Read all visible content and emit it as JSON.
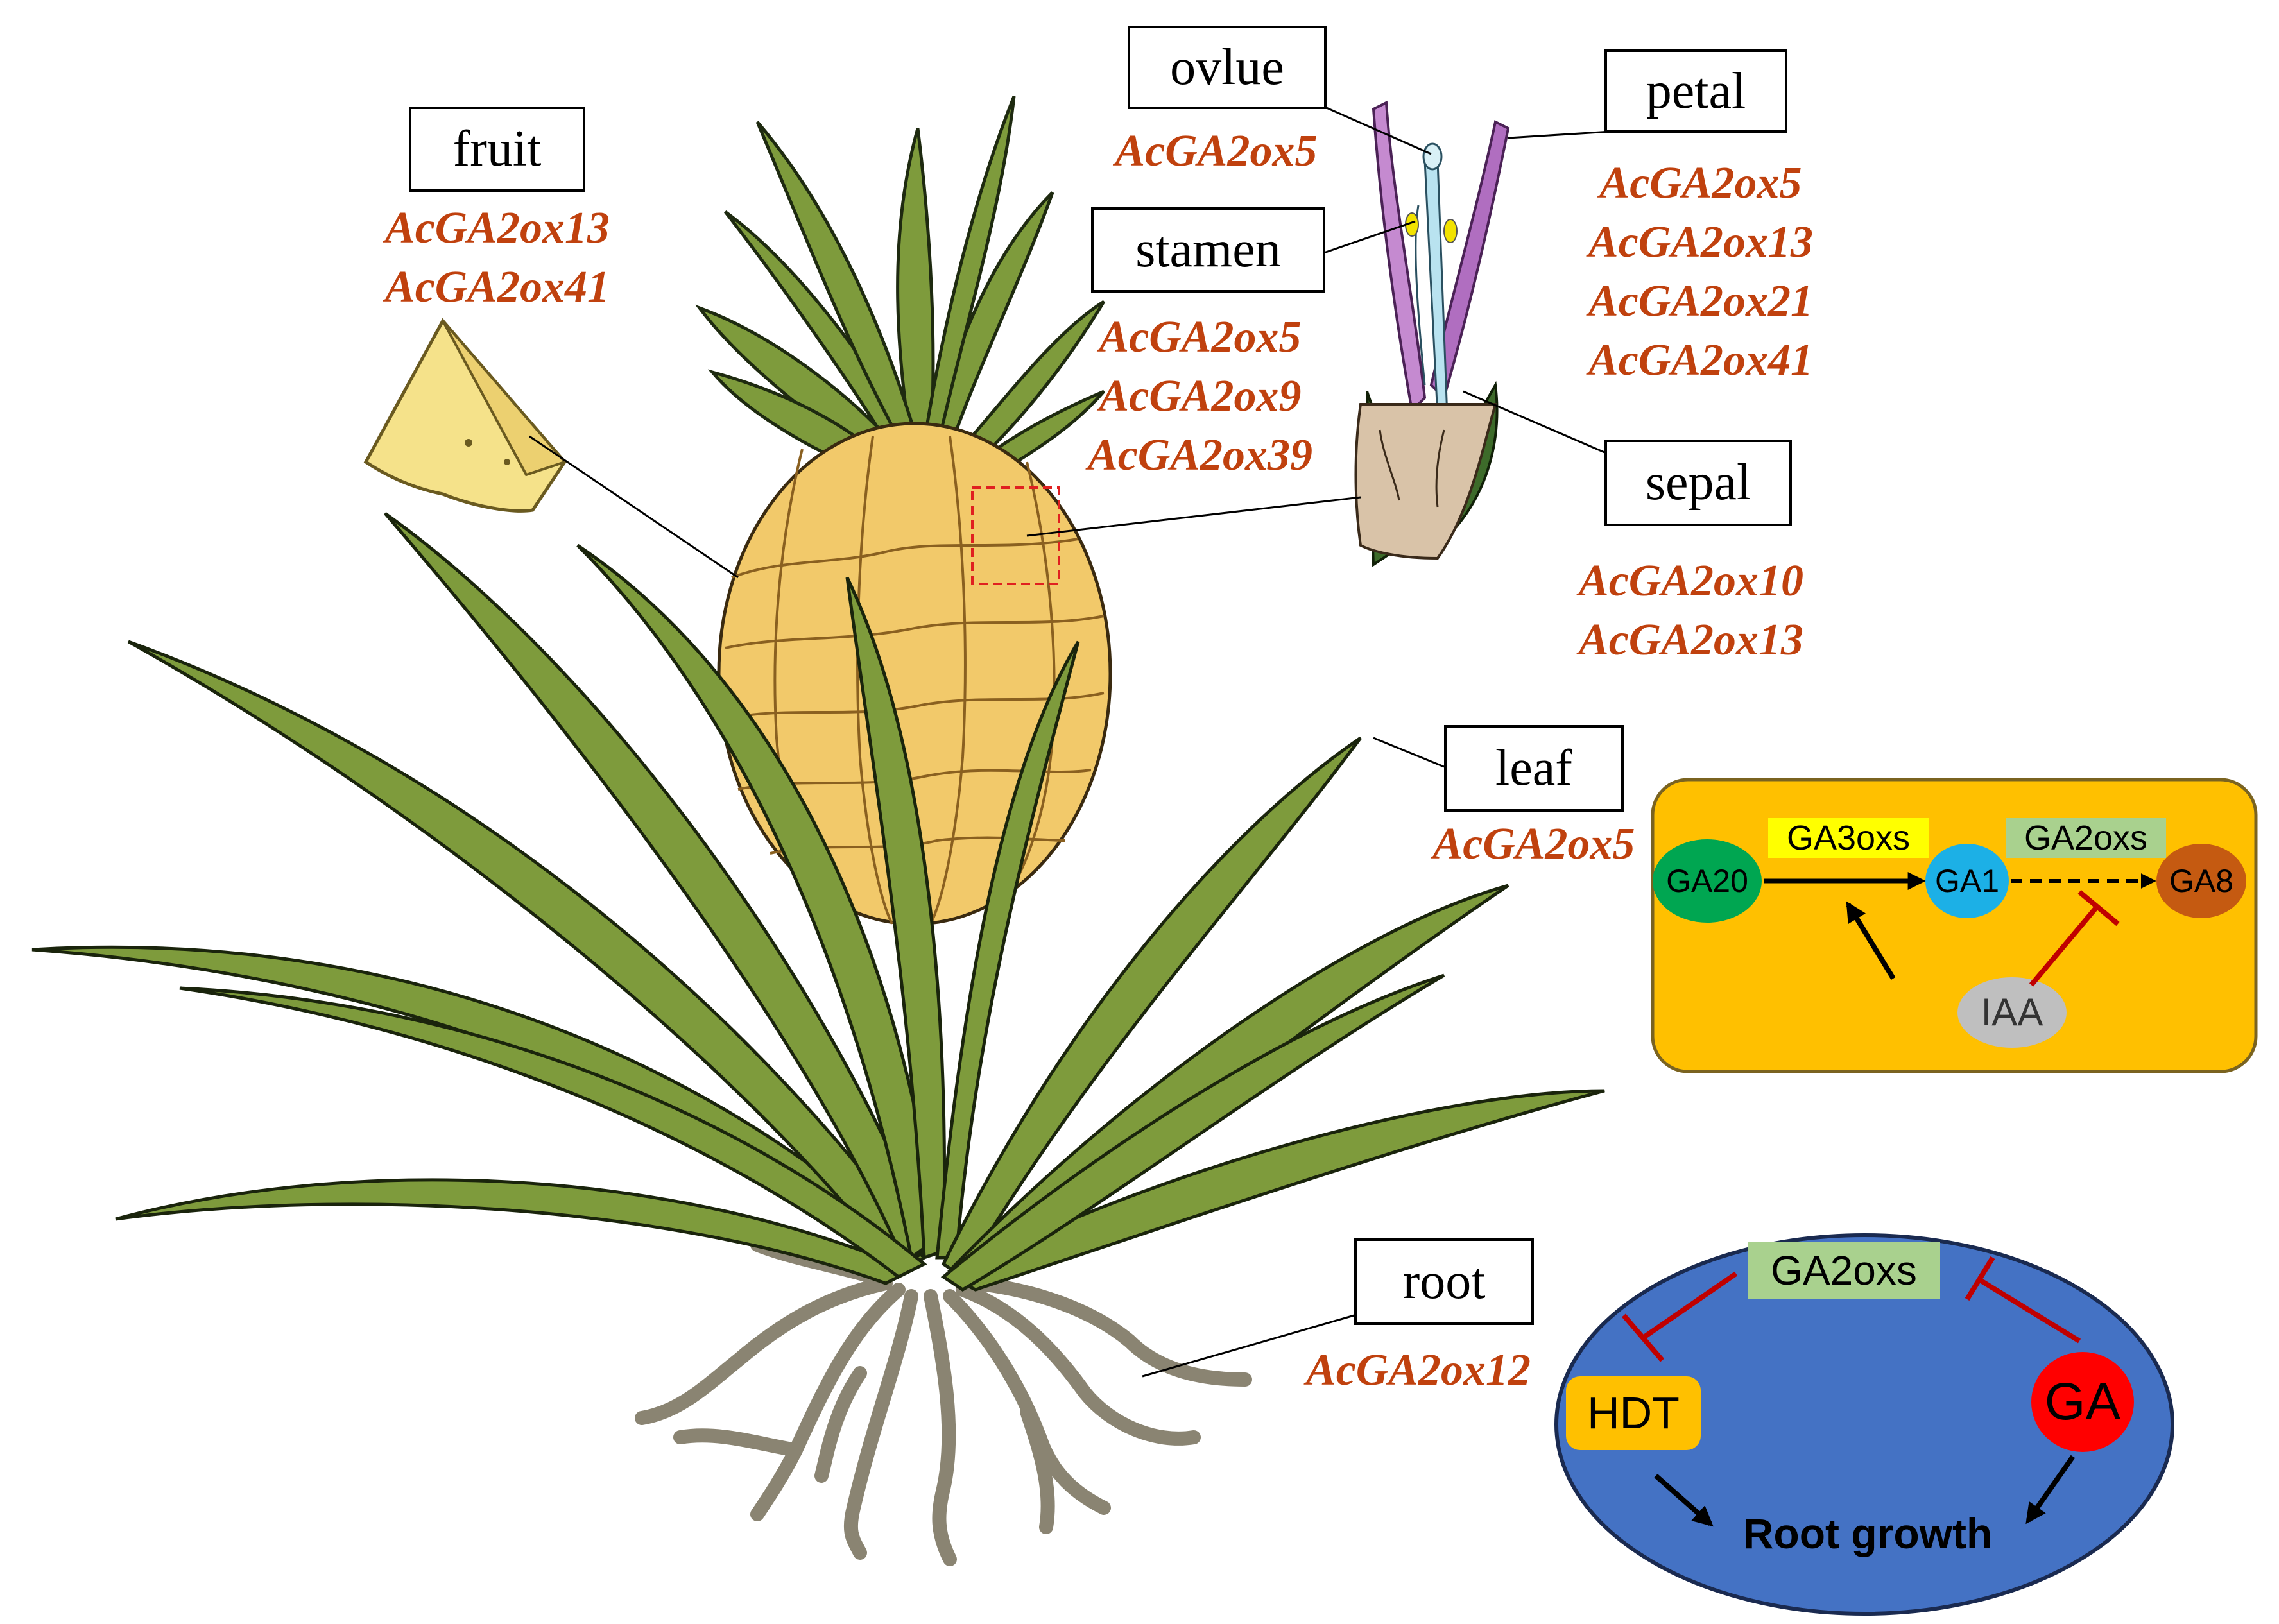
{
  "labels": {
    "fruit": "fruit",
    "ovlue": "ovlue",
    "petal": "petal",
    "stamen": "stamen",
    "sepal": "sepal",
    "leaf": "leaf",
    "root": "root"
  },
  "genes": {
    "fruit": [
      "AcGA2ox13",
      "AcGA2ox41"
    ],
    "ovlue": [
      "AcGA2ox5"
    ],
    "stamen": [
      "AcGA2ox5",
      "AcGA2ox9",
      "AcGA2ox39"
    ],
    "petal": [
      "AcGA2ox5",
      "AcGA2ox13",
      "AcGA2ox21",
      "AcGA2ox41"
    ],
    "sepal": [
      "AcGA2ox10",
      "AcGA2ox13"
    ],
    "leaf": [
      "AcGA2ox5"
    ],
    "root": [
      "AcGA2ox12"
    ]
  },
  "leaf_pathway": {
    "ga20": "GA20",
    "ga1": "GA1",
    "ga8": "GA8",
    "iaa": "IAA",
    "ga3oxs": "GA3oxs",
    "ga2oxs": "GA2oxs"
  },
  "root_pathway": {
    "ga2oxs": "GA2oxs",
    "hdt": "HDT",
    "ga": "GA",
    "root_growth": "Root growth"
  },
  "colors": {
    "gene_text": "#c0410e",
    "leaf_panel": "#ffc000",
    "root_panel": "#4472c4",
    "ga20": "#00a651",
    "ga1": "#1cb0e6",
    "ga8": "#c55a11",
    "iaa": "#bfbfbf",
    "ga3oxs_bg": "#ffff00",
    "ga2oxs_bg": "#a9d18e",
    "hdt_bg": "#ffc000",
    "ga_bg": "#ff0000",
    "inhibit": "#c00000",
    "leaf_green": "#7e9b3c",
    "pineapple": "#f2c96a",
    "root_brown": "#8a8472"
  }
}
